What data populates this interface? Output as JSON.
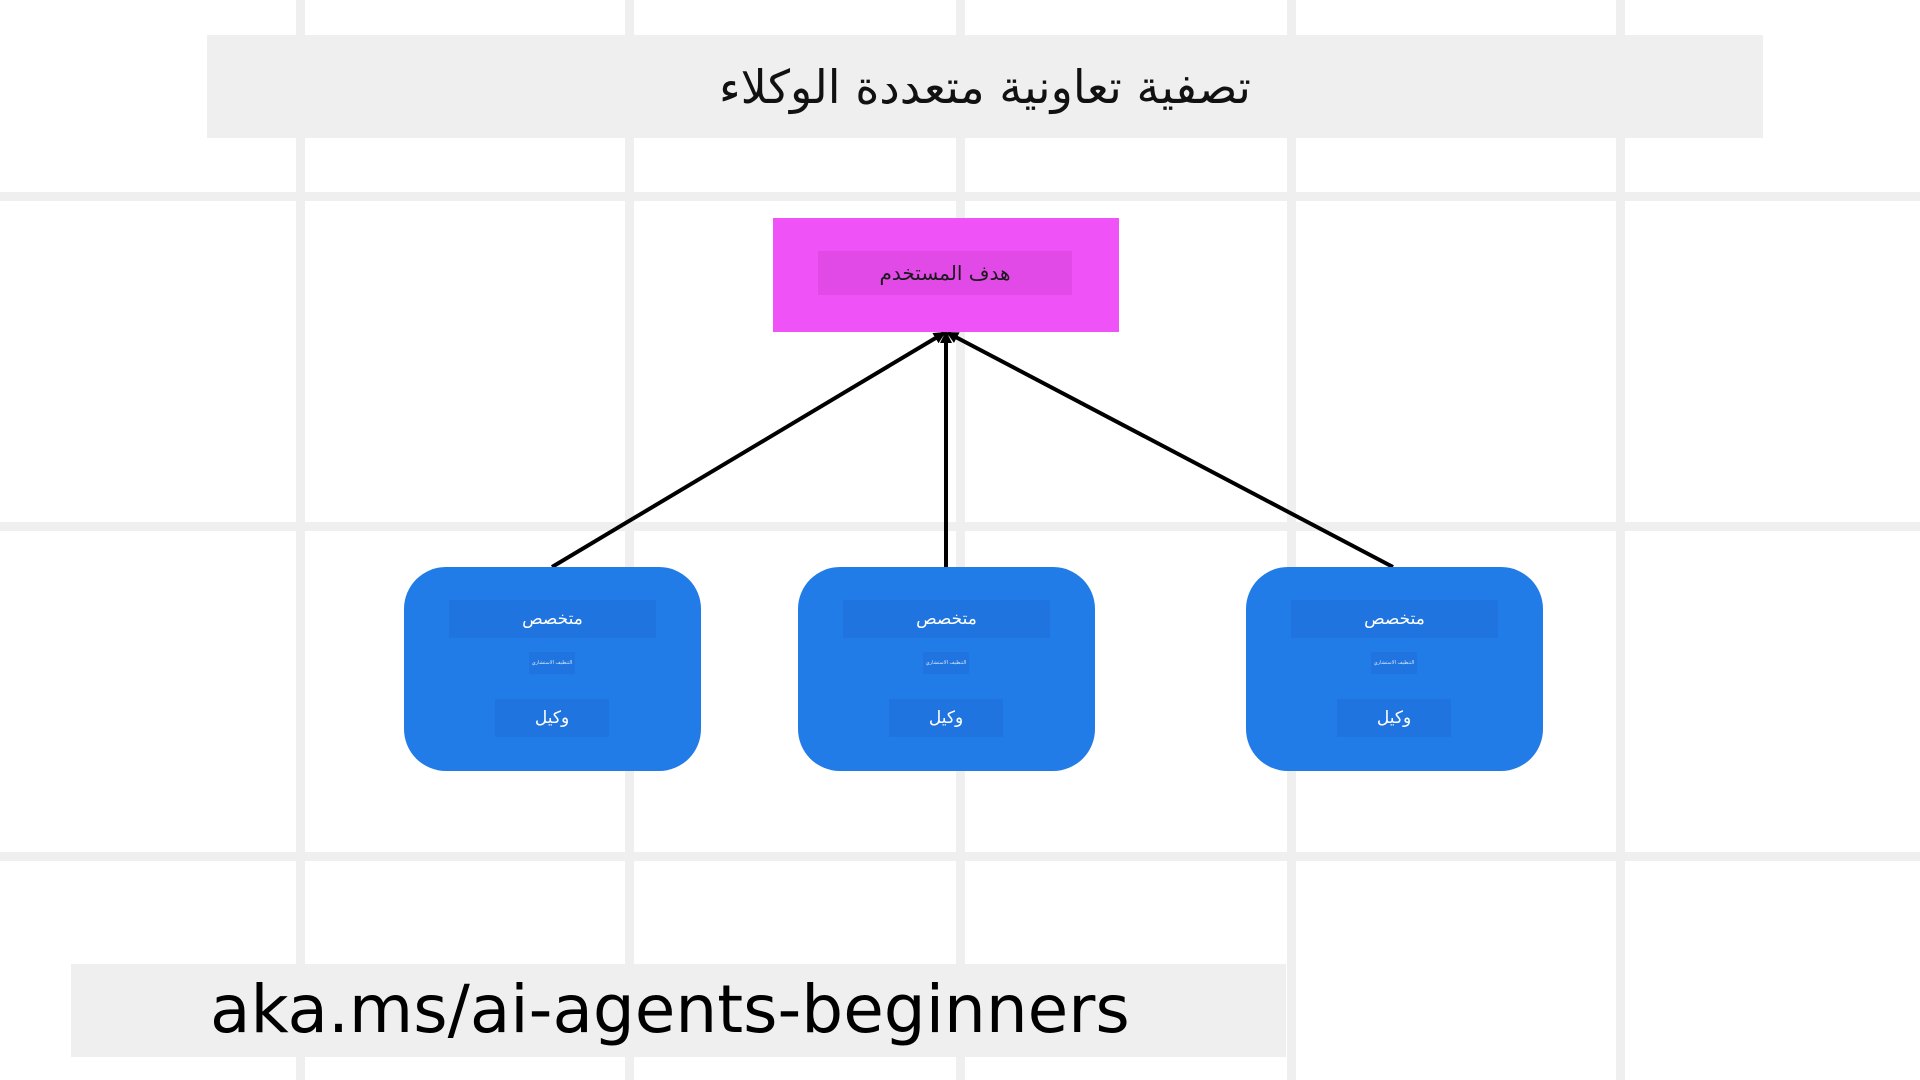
{
  "title": "تصفية تعاونية متعددة الوكلاء",
  "goal": {
    "label": "هدف المستخدم"
  },
  "agents": [
    {
      "title": "متخصص",
      "subtitle": "التنظيف الاستشاري",
      "label": "وكيل"
    },
    {
      "title": "متخصص",
      "subtitle": "التنظيف الاستشاري",
      "label": "وكيل"
    },
    {
      "title": "متخصص",
      "subtitle": "التنظيف الاستشاري",
      "label": "وكيل"
    }
  ],
  "footer": {
    "url": "aka.ms/ai-agents-beginners"
  },
  "colors": {
    "goal": "#ef52f6",
    "agent": "#217ce8",
    "arrow": "#000000",
    "background": "#ffffff",
    "banner": "#efefef"
  }
}
